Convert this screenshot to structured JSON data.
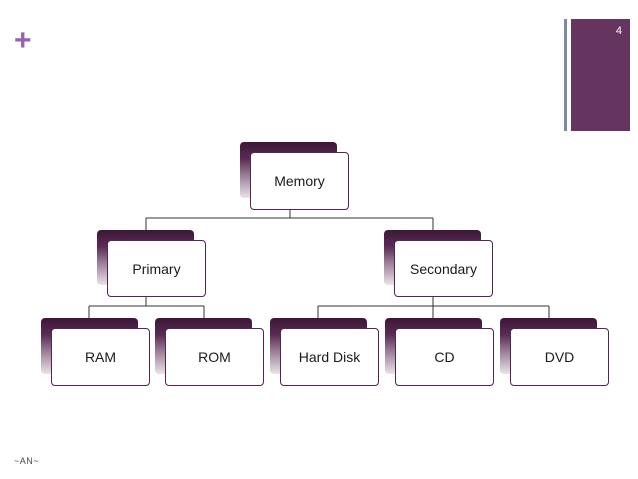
{
  "slide": {
    "number": "4",
    "plus_symbol": "+",
    "footer": "~AN~"
  },
  "diagram": {
    "root": "Memory",
    "level2": {
      "primary": "Primary",
      "secondary": "Secondary"
    },
    "level3": {
      "ram": "RAM",
      "rom": "ROM",
      "hard_disk": "Hard Disk",
      "cd": "CD",
      "dvd": "DVD"
    }
  },
  "colors": {
    "accent_purple": "#66355f",
    "plus_purple": "#9b5fb0",
    "thin_bar": "#7e87a8",
    "node_border": "#52264e"
  }
}
